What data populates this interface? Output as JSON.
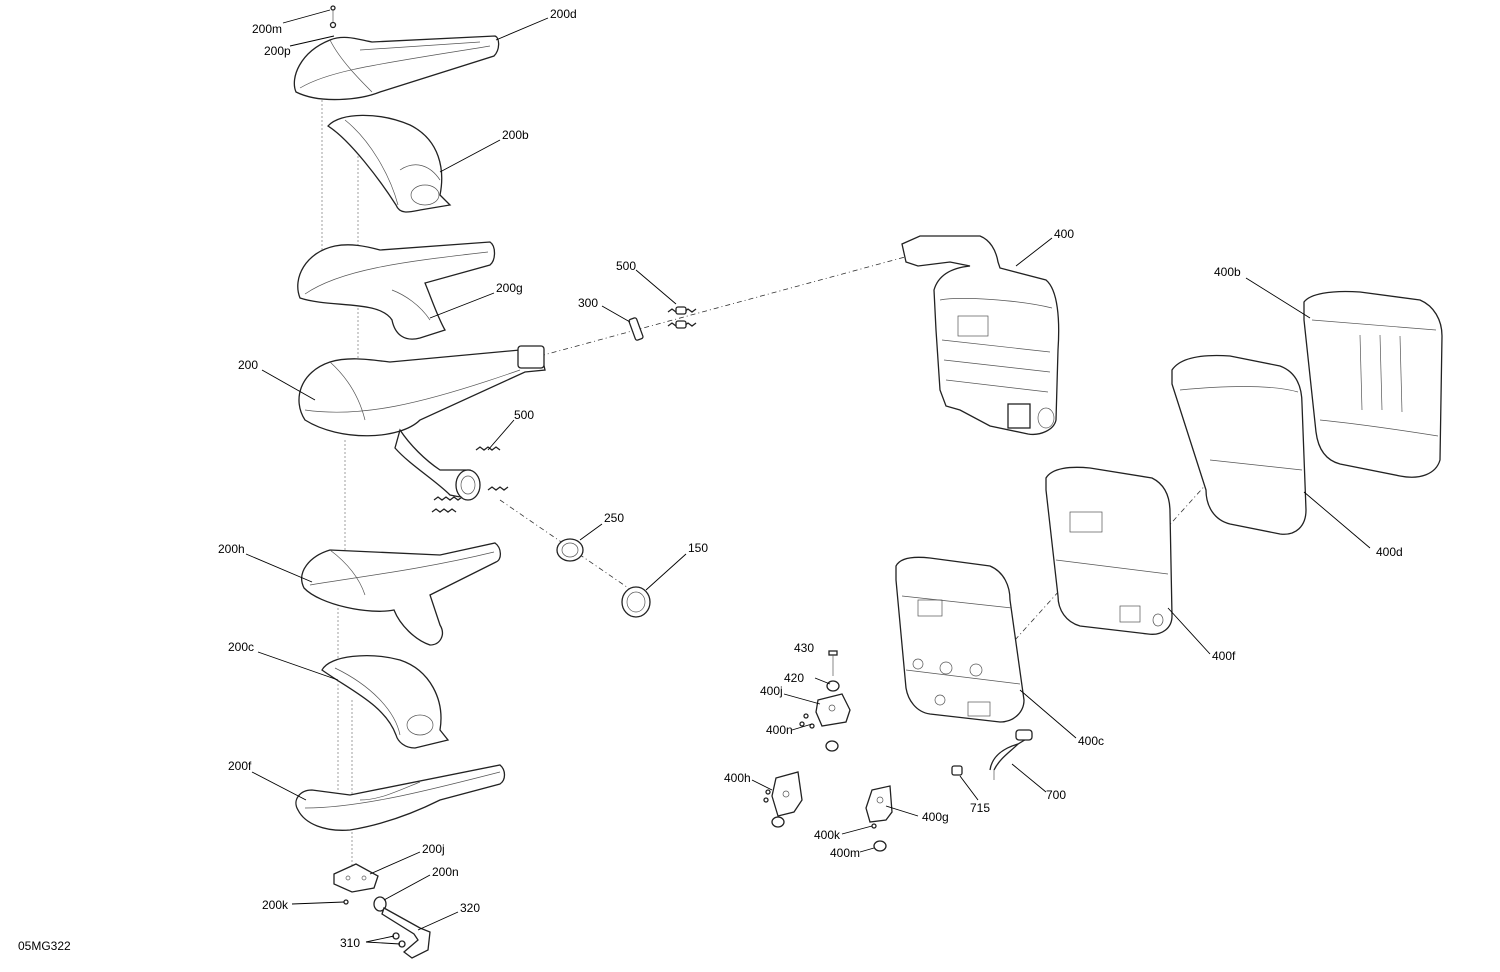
{
  "diagram": {
    "figure_code": "05MG322",
    "callouts": {
      "c200m": "200m",
      "c200p": "200p",
      "c200d": "200d",
      "c200b": "200b",
      "c200g": "200g",
      "c200": "200",
      "c500a": "500",
      "c300": "300",
      "c500b": "500",
      "c250": "250",
      "c150": "150",
      "c200h": "200h",
      "c200c": "200c",
      "c200f": "200f",
      "c200j": "200j",
      "c200n": "200n",
      "c200k": "200k",
      "c320": "320",
      "c310": "310",
      "c400": "400",
      "c400b": "400b",
      "c400d": "400d",
      "c400f": "400f",
      "c400c": "400c",
      "c430": "430",
      "c420": "420",
      "c400j": "400j",
      "c400n": "400n",
      "c400h": "400h",
      "c400g": "400g",
      "c400k": "400k",
      "c400m": "400m",
      "c715": "715",
      "c700": "700"
    }
  }
}
